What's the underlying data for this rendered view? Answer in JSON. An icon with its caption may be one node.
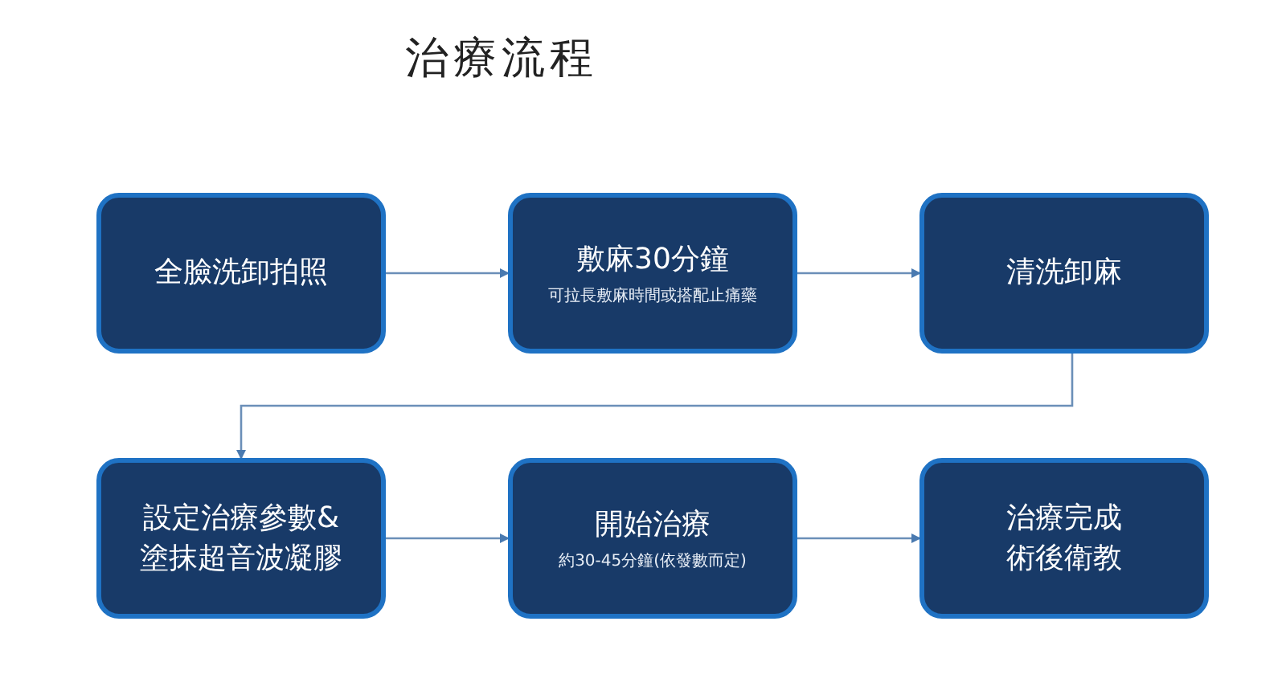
{
  "diagram": {
    "title": "治療流程",
    "nodes": [
      {
        "text": [
          "全臉洗卸拍照"
        ]
      },
      {
        "text": [
          "敷麻30分鐘",
          "可拉長敷麻時間或搭配止痛藥"
        ]
      },
      {
        "text": [
          "清洗卸麻"
        ]
      },
      {
        "text": [
          "設定治療參數&塗抹超音波凝膠"
        ]
      },
      {
        "text": [
          "開始治療",
          "約30-45分鐘(依發數而定)"
        ]
      },
      {
        "text": [
          "治療完成術後衛教"
        ]
      }
    ],
    "edges": [
      {
        "from": 0,
        "to": 1,
        "arrow": "to"
      },
      {
        "from": 1,
        "to": 2,
        "arrow": "to"
      },
      {
        "from": 2,
        "to": 3,
        "arrow": "to"
      },
      {
        "from": 3,
        "to": 4,
        "arrow": "to"
      },
      {
        "from": 4,
        "to": 5,
        "arrow": "to"
      }
    ]
  }
}
